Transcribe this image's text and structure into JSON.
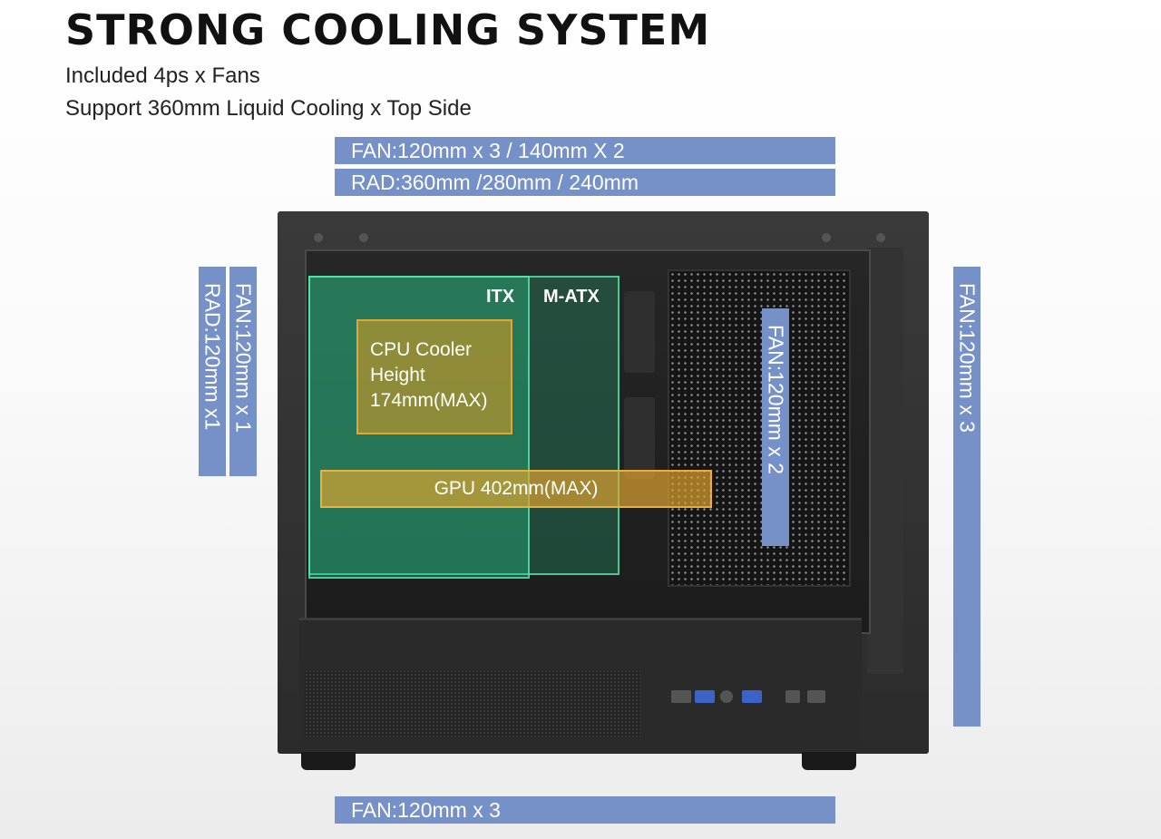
{
  "heading": {
    "title": "STRONG COOLING SYSTEM",
    "line1": "Included 4ps x  Fans",
    "line2": "Support 360mm Liquid Cooling x Top Side"
  },
  "top_labels": {
    "fan": "FAN:120mm x 3 / 140mm X 2",
    "rad": "RAD:360mm /280mm / 240mm"
  },
  "rear_labels": {
    "rad": "RAD:120mm x1",
    "fan": "FAN:120mm x 1"
  },
  "inner_label": "FAN:120mm x 2",
  "front_label": "FAN:120mm x 3",
  "bottom_label": "FAN:120mm x 3",
  "zones": {
    "itx": "ITX",
    "matx": "M-ATX"
  },
  "cpu_cooler": {
    "line1": "CPU Cooler",
    "line2": "Height",
    "line3": "174mm(MAX)"
  },
  "gpu": "GPU 402mm(MAX)",
  "colors": {
    "label_bar": "#7690c8",
    "zone_green": "#28c88c",
    "zone_orange": "#e1a52d",
    "case": "#2b2b2b"
  }
}
